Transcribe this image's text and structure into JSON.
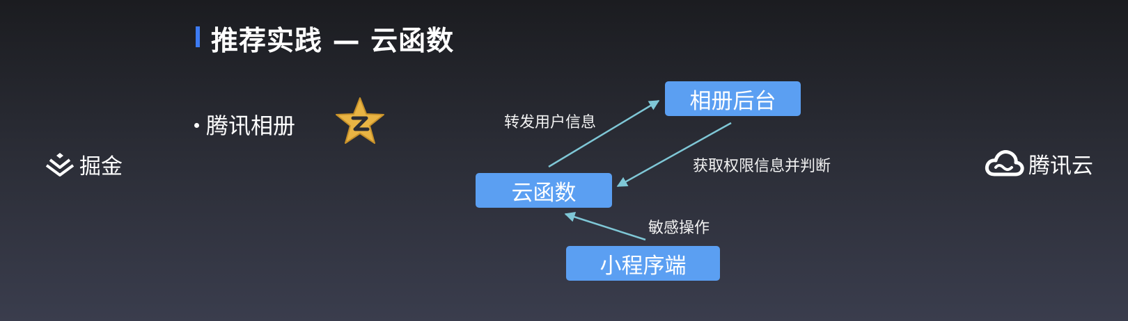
{
  "title": "推荐实践 — 云函数",
  "bullet": {
    "text": "腾讯相册"
  },
  "logos": {
    "left": {
      "name": "掘金",
      "icon": "juejin-logo-icon"
    },
    "right": {
      "name": "腾讯云",
      "icon": "tencent-cloud-icon"
    },
    "product_icon": "qq-album-star-icon"
  },
  "colors": {
    "accent": "#3d7bf2",
    "node_fill": "#5b9ff2",
    "arrow": "#7fc7d6",
    "star": "#e9b444"
  },
  "diagram": {
    "nodes": {
      "album_backend": "相册后台",
      "cloud_function": "云函数",
      "miniprogram": "小程序端"
    },
    "edges": {
      "forward_user_info": "转发用户信息",
      "check_permission": "获取权限信息并判断",
      "sensitive_ops": "敏感操作"
    }
  }
}
